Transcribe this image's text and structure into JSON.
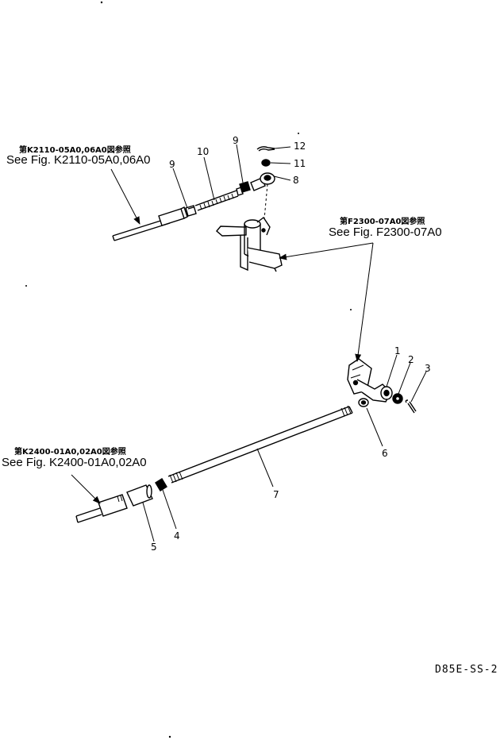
{
  "references": {
    "k2110": {
      "jp": "第K2110-05A0,06A0図参照",
      "en": "See Fig. K2110-05A0,06A0"
    },
    "f2300": {
      "jp": "第F2300-07A0図参照",
      "en": "See Fig. F2300-07A0"
    },
    "k2400": {
      "jp": "第K2400-01A0,02A0図参照",
      "en": "See Fig. K2400-01A0,02A0"
    }
  },
  "part_numbers": {
    "p1": "1",
    "p2": "2",
    "p3": "3",
    "p4": "4",
    "p5": "5",
    "p6": "6",
    "p7": "7",
    "p8": "8",
    "p9a": "9",
    "p9b": "9",
    "p10": "10",
    "p11": "11",
    "p12": "12"
  },
  "drawing_code": "D85E-SS-2"
}
